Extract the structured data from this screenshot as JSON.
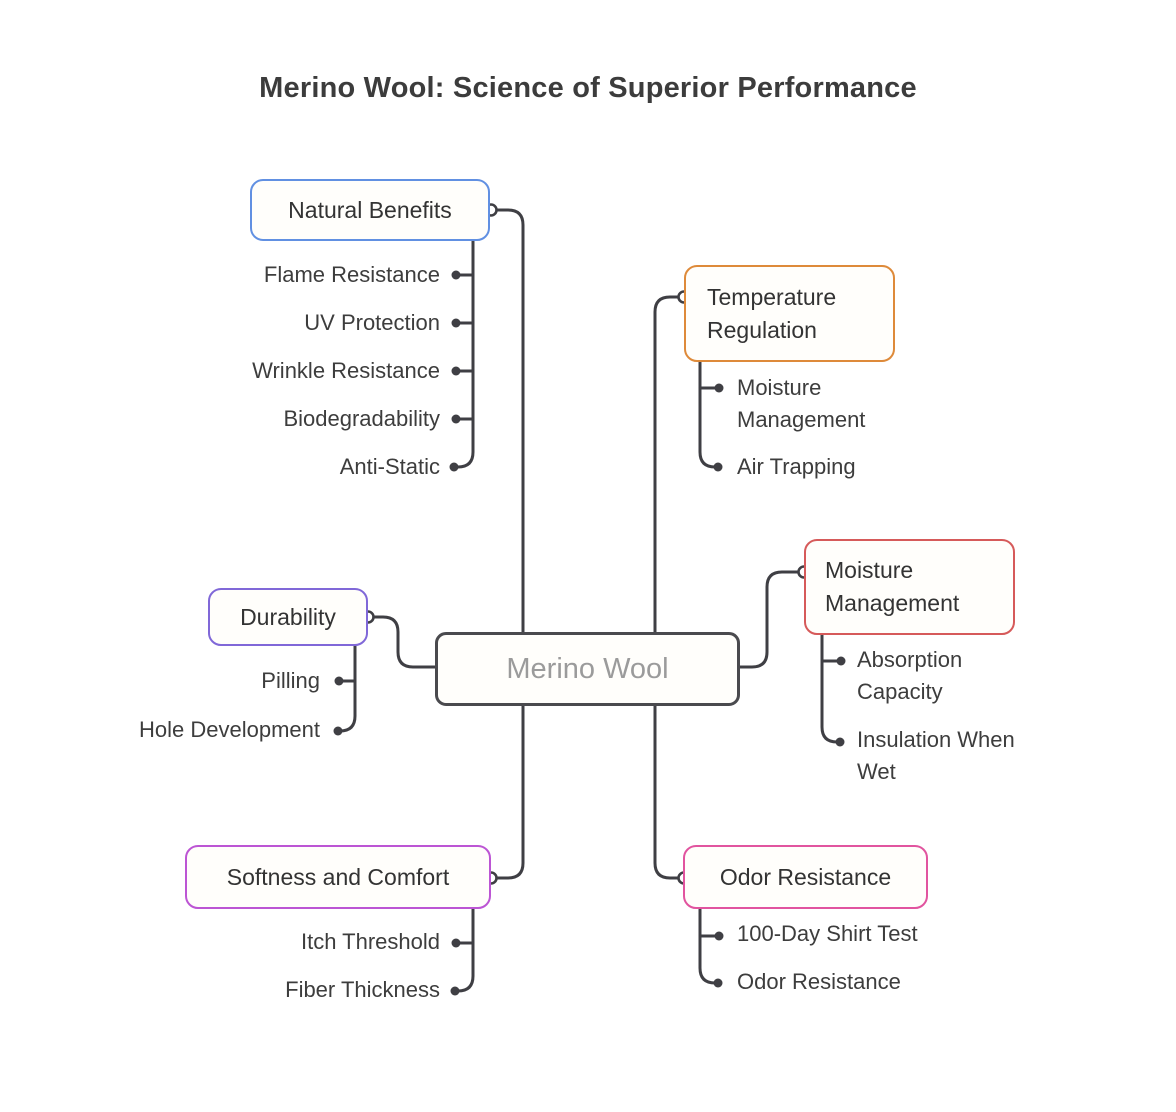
{
  "title": "Merino Wool: Science of Superior Performance",
  "center": {
    "label": "Merino Wool"
  },
  "branches": [
    {
      "id": "natural-benefits",
      "label": "Natural Benefits",
      "color": "#6190e2",
      "children": [
        "Flame Resistance",
        "UV Protection",
        "Wrinkle Resistance",
        "Biodegradability",
        "Anti-Static"
      ]
    },
    {
      "id": "temperature-regulation",
      "label": "Temperature Regulation",
      "color": "#de8a3a",
      "children": [
        "Moisture Management",
        "Air Trapping"
      ]
    },
    {
      "id": "moisture-management",
      "label": "Moisture Management",
      "color": "#d65a5a",
      "children": [
        "Absorption Capacity",
        "Insulation When Wet"
      ]
    },
    {
      "id": "durability",
      "label": "Durability",
      "color": "#8068d8",
      "children": [
        "Pilling",
        "Hole Development"
      ]
    },
    {
      "id": "softness-and-comfort",
      "label": "Softness and Comfort",
      "color": "#bc55d4",
      "children": [
        "Itch Threshold",
        "Fiber Thickness"
      ]
    },
    {
      "id": "odor-resistance",
      "label": "Odor Resistance",
      "color": "#e1549f",
      "children": [
        "100-Day Shirt Test",
        "Odor Resistance"
      ]
    }
  ],
  "colors": {
    "line": "#3f3f44",
    "center_border": "#4a4a4e",
    "center_text": "#9b9b9b",
    "title_text": "#3c3c3c",
    "leaf_text": "#3d3d3d"
  }
}
